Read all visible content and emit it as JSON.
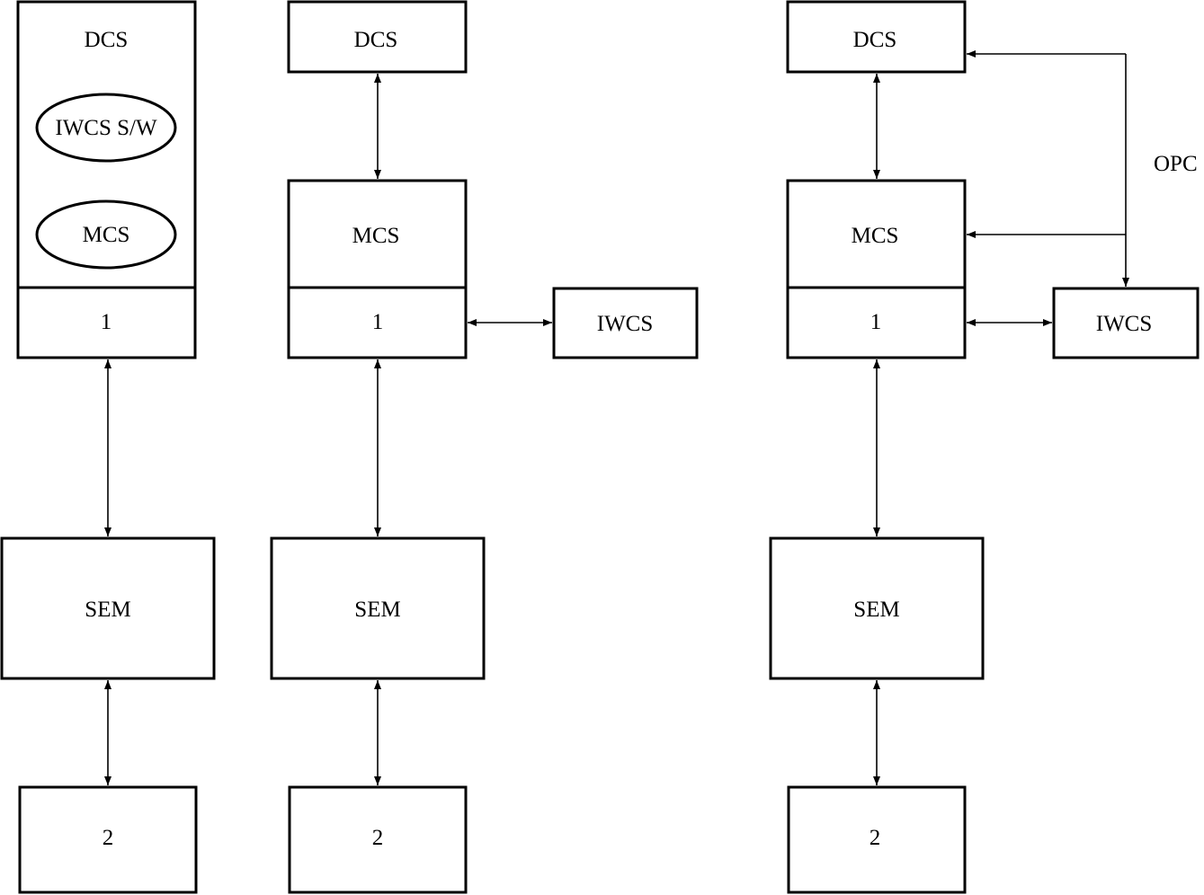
{
  "diagram": {
    "config_a": {
      "dcs": "DCS",
      "iwcs_sw": "IWCS S/W",
      "mcs": "MCS",
      "unit_1": "1",
      "sem": "SEM",
      "unit_2": "2"
    },
    "config_b": {
      "dcs": "DCS",
      "mcs": "MCS",
      "unit_1": "1",
      "iwcs": "IWCS",
      "sem": "SEM",
      "unit_2": "2"
    },
    "config_c": {
      "dcs": "DCS",
      "mcs": "MCS",
      "unit_1": "1",
      "iwcs": "IWCS",
      "opc": "OPC",
      "sem": "SEM",
      "unit_2": "2"
    }
  }
}
